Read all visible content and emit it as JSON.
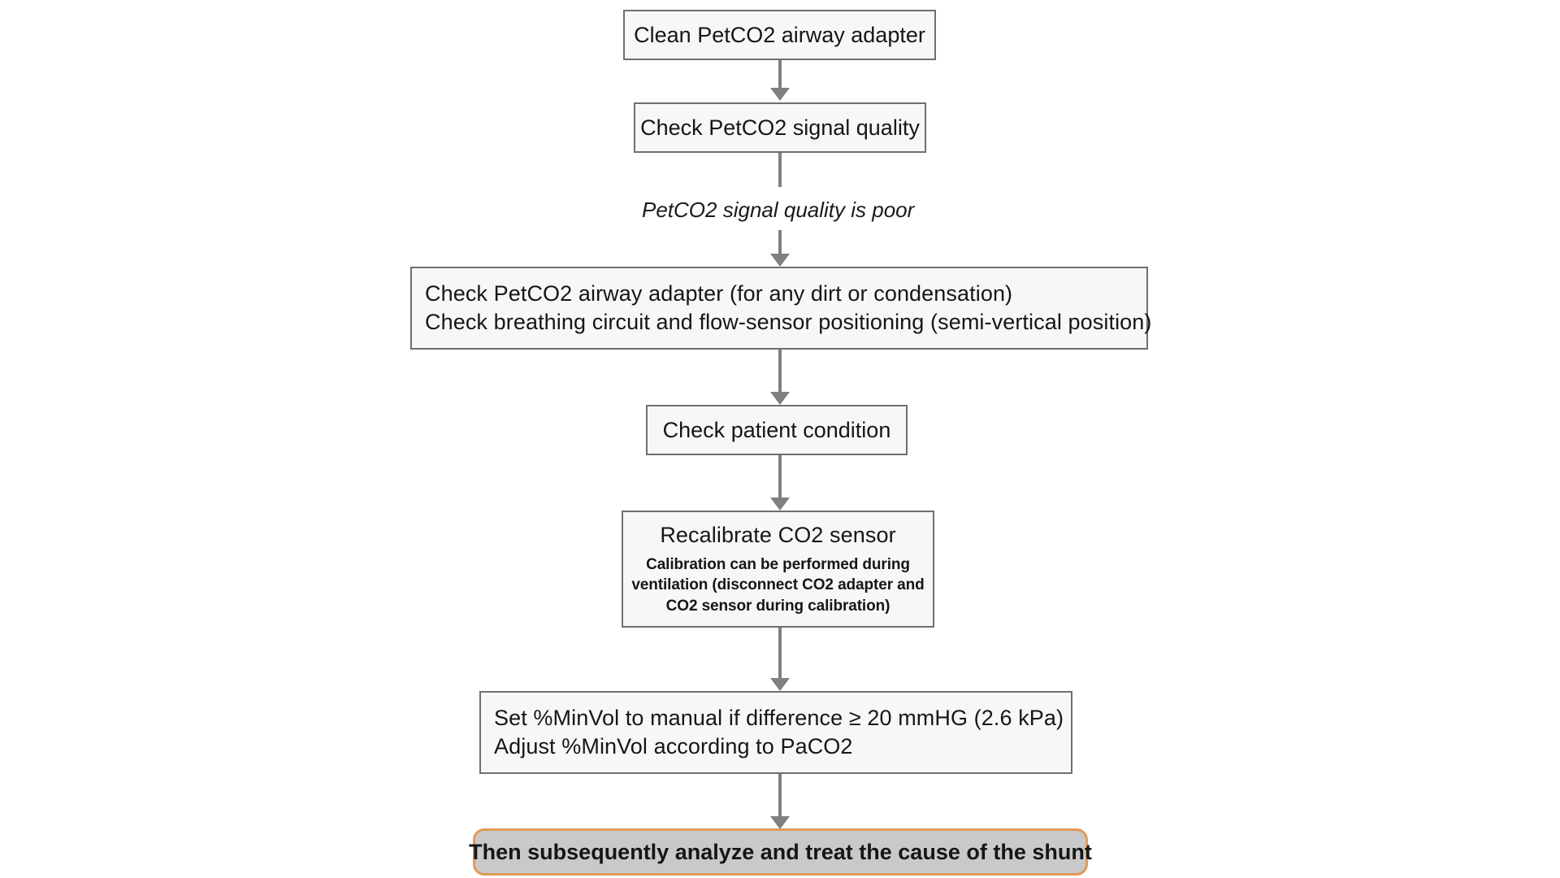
{
  "diagram": {
    "title": "PetCO2 signal quality troubleshooting flowchart",
    "background_color": "#ffffff",
    "node_fill": "#f7f7f7",
    "node_border": "#6f6f6f",
    "arrow_color": "#808080",
    "highlight_fill": "#c9c9c9",
    "highlight_border": "#e09a5c",
    "nodes": [
      {
        "id": "clean-adapter",
        "lines": [
          "Clean PetCO2 airway adapter"
        ],
        "style": "plain"
      },
      {
        "id": "check-signal-quality",
        "lines": [
          "Check PetCO2 signal quality"
        ],
        "style": "plain"
      },
      {
        "id": "check-adapter-circuit",
        "lines": [
          "Check PetCO2 airway adapter (for any dirt or condensation)",
          "Check breathing circuit and flow-sensor positioning (semi-vertical position)"
        ],
        "style": "plain"
      },
      {
        "id": "check-patient-condition",
        "lines": [
          "Check patient condition"
        ],
        "style": "plain"
      },
      {
        "id": "recalibrate-sensor",
        "title": "Recalibrate CO2 sensor",
        "lines": [
          "Calibration can be performed during",
          "ventilation (disconnect CO2 adapter and",
          "CO2 sensor during calibration)"
        ],
        "style": "title-plus-subtext"
      },
      {
        "id": "set-minvol",
        "lines": [
          "Set %MinVol to manual if difference ≥ 20 mmHG (2.6 kPa)",
          "Adjust %MinVol according to PaCO2"
        ],
        "style": "plain"
      },
      {
        "id": "analyze-shunt",
        "lines": [
          "Then subsequently analyze and treat the cause of the shunt"
        ],
        "style": "highlight"
      }
    ],
    "edge_labels": [
      {
        "id": "signal-poor",
        "text": "PetCO2 signal quality is poor",
        "from": "check-signal-quality",
        "to": "check-adapter-circuit"
      }
    ],
    "edges": [
      {
        "from": "clean-adapter",
        "to": "check-signal-quality"
      },
      {
        "from": "check-signal-quality",
        "to": "check-adapter-circuit"
      },
      {
        "from": "check-adapter-circuit",
        "to": "check-patient-condition"
      },
      {
        "from": "check-patient-condition",
        "to": "recalibrate-sensor"
      },
      {
        "from": "recalibrate-sensor",
        "to": "set-minvol"
      },
      {
        "from": "set-minvol",
        "to": "analyze-shunt"
      }
    ]
  }
}
